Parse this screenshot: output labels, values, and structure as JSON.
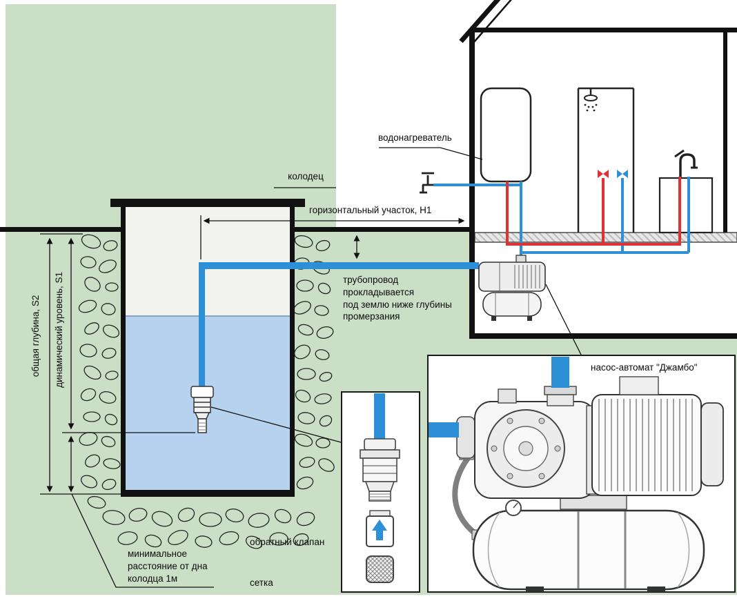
{
  "diagram": {
    "labels": {
      "well": "колодец",
      "horizontal_section": "горизонтальный участок, H1",
      "water_heater": "водонагреватель",
      "pipeline_note": "трубопровод\nпрокладывается\nпод землю ниже глубины\nпромерзания",
      "total_depth": "общая глубина, S2",
      "dynamic_level": "динамический уровень, S1",
      "min_distance": "минимальное\nрасстояние от дна\nколодца 1м",
      "check_valve": "обратный клапан",
      "strainer": "сетка",
      "pump_station": "насос-автомат \"Джамбо\""
    },
    "colors": {
      "ground": "#cbdfc7",
      "water": "#b7d2ee",
      "well_interior": "#f2f2ee",
      "cold_pipe": "#2d8fd5",
      "hot_pipe": "#e03232",
      "outline": "#111111"
    }
  }
}
